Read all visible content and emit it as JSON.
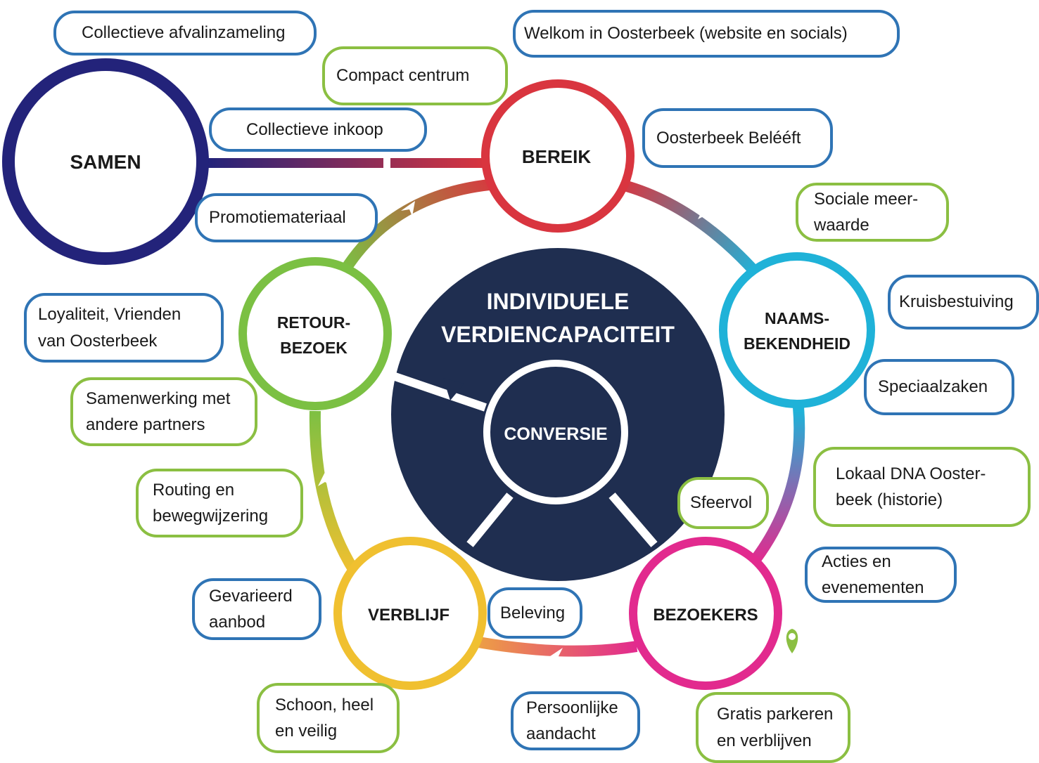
{
  "colors": {
    "dark_navy": "#1f2e50",
    "samen": "#23237a",
    "bereik": "#d9353f",
    "naamsbekendheid": "#1fb2d8",
    "bezoekers": "#e22a8e",
    "verblijf": "#f0c030",
    "retourbezoek": "#7bc043",
    "label_blue": "#2f74b5",
    "label_green": "#8bbf42"
  },
  "nodes": {
    "samen": "SAMEN",
    "bereik": "BEREIK",
    "naams_1": "NAAMS-",
    "naams_2": "BEKENDHEID",
    "bezoekers": "BEZOEKERS",
    "verblijf": "VERBLIJF",
    "retour_1": "RETOUR-",
    "retour_2": "BEZOEK",
    "center_1": "INDIVIDUELE",
    "center_2": "VERDIENCAPACITEIT",
    "conversie": "CONVERSIE"
  },
  "labels": {
    "afvalinzameling": "Collectieve afvalinzameling",
    "welkom": "Welkom in Oosterbeek (website en socials)",
    "compact_centrum": "Compact centrum",
    "collectieve_inkoop": "Collectieve inkoop",
    "oosterbeek_beleefft": "Oosterbeek Belééft",
    "sociale_meerwaarde": "Sociale meer-\nwaarde",
    "promotiemateriaal": "Promotiemateriaal",
    "kruisbestuiving": "Kruisbestuiving",
    "loyaliteit": "Loyaliteit, Vrienden\nvan Oosterbeek",
    "speciaalzaken": "Speciaalzaken",
    "samenwerking": "Samenwerking met\nandere partners",
    "lokaal_dna": "Lokaal DNA Ooster-\nbeek (historie)",
    "routing": "Routing en\nbewegwijzering",
    "sfeervol": "Sfeervol",
    "acties": "Acties en\nevenementen",
    "gevarieerd": "Gevarieerd\naanbod",
    "beleving": "Beleving",
    "schoon": "Schoon, heel\nen veilig",
    "persoonlijke": "Persoonlijke\naandacht",
    "gratis": "Gratis  parkeren\nen verblijven"
  }
}
